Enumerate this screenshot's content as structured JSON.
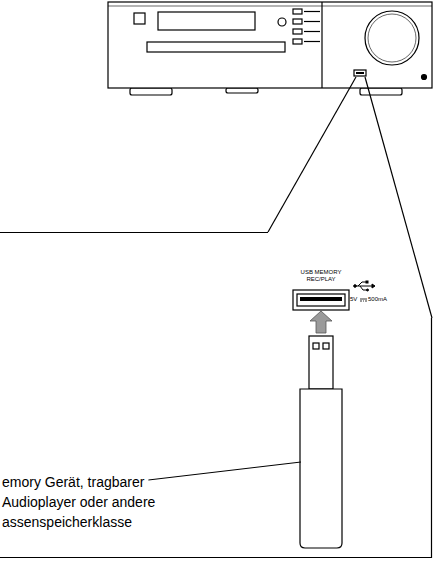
{
  "diagram": {
    "nodes": [
      {
        "text": [
          "USB MEMORY REC/PLAY",
          "5V",
          "500mA",
          "emory Gerät, tragbarer Audioplayer oder andere assenspeicherklasse"
        ]
      }
    ]
  }
}
